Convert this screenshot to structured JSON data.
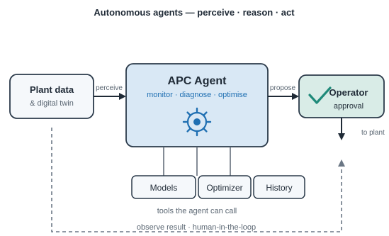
{
  "title": "Autonomous agents — perceive · reason · act",
  "plant": {
    "title": "Plant data",
    "subtitle": "& digital twin"
  },
  "agent": {
    "title": "APC Agent",
    "subtitle": "monitor · diagnose · optimise",
    "icon": "gear-icon"
  },
  "operator": {
    "title": "Operator",
    "subtitle": "approval",
    "icon": "checkmark-icon"
  },
  "edges": {
    "perceive": "perceive",
    "propose": "propose",
    "to_plant": "to plant"
  },
  "tools": {
    "items": [
      "Models",
      "Optimizer",
      "History"
    ],
    "caption": "tools the agent can call"
  },
  "feedback": {
    "label": "observe result · human-in-the-loop"
  },
  "colors": {
    "agent_fill": "#d9e8f5",
    "agent_stroke": "#2b3a4a",
    "plant_fill": "#f5f8fb",
    "operator_fill": "#d9ece7",
    "accent_blue": "#1f6fb2",
    "check_teal": "#1f8a7a",
    "dark": "#1f2a36",
    "muted": "#5a6672",
    "dash": "#6b7785"
  }
}
